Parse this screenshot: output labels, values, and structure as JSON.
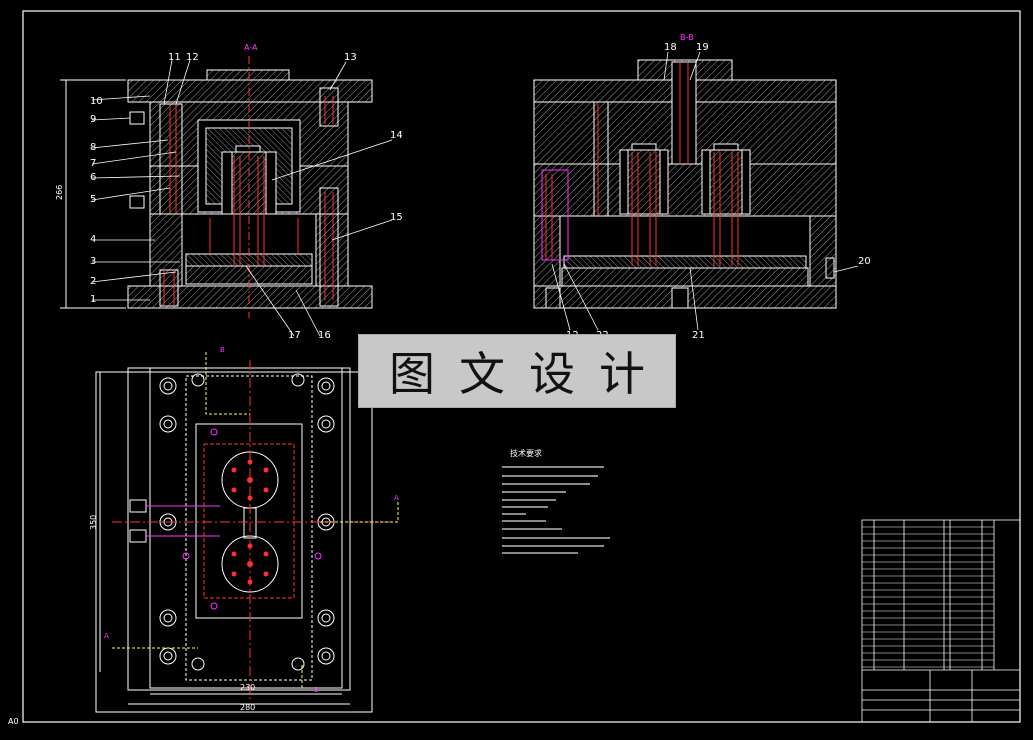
{
  "drawing": {
    "section_left_label": "A-A",
    "section_right_label": "B-B",
    "corner_label": "A0",
    "left_part_numbers": [
      "1",
      "2",
      "3",
      "4",
      "5",
      "6",
      "7",
      "8",
      "9",
      "10",
      "11",
      "12",
      "13",
      "14",
      "15",
      "16",
      "17"
    ],
    "right_part_numbers": [
      "18",
      "19",
      "20",
      "21",
      "12",
      "22"
    ],
    "dim_height_left": "266",
    "dim_plan_height": "350",
    "dim_plan_width_inner": "230",
    "dim_plan_width_outer": "280",
    "section_marker_a": "A",
    "section_marker_b": "B",
    "tech_title": "技术要求"
  },
  "watermark": {
    "text": "图文设计"
  },
  "colors": {
    "background": "#000000",
    "outline": "#ffffff",
    "hatch": "#bcbcbc",
    "accent_red": "#ff3030",
    "accent_magenta": "#ff33ff",
    "accent_yellow": "#ffff55"
  }
}
